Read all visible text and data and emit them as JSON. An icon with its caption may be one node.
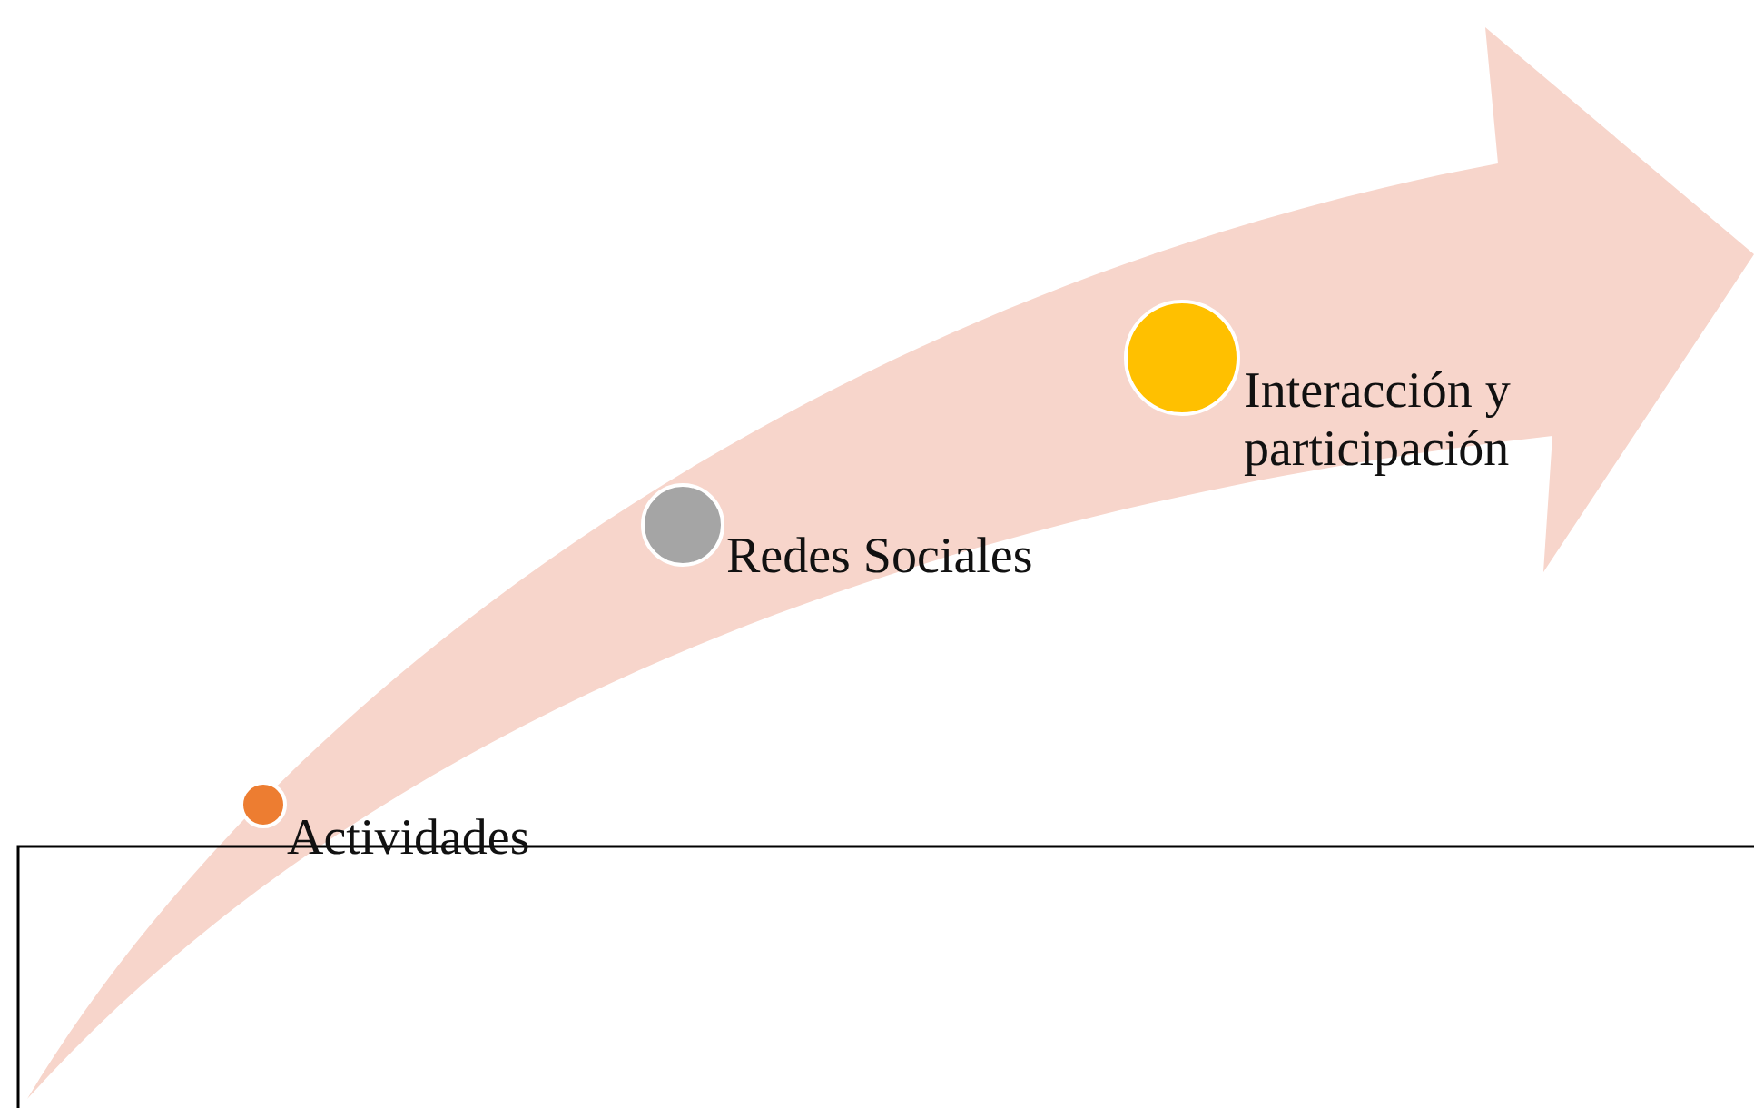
{
  "diagram": {
    "nodes": [
      {
        "text": [],
        "shape": "circle",
        "beside": [
          "Actividades"
        ]
      },
      {
        "text": [],
        "shape": "circle",
        "beside": [
          "Redes Sociales"
        ]
      },
      {
        "text": [],
        "shape": "circle",
        "beside": [
          "Interacción y participación"
        ]
      }
    ]
  }
}
